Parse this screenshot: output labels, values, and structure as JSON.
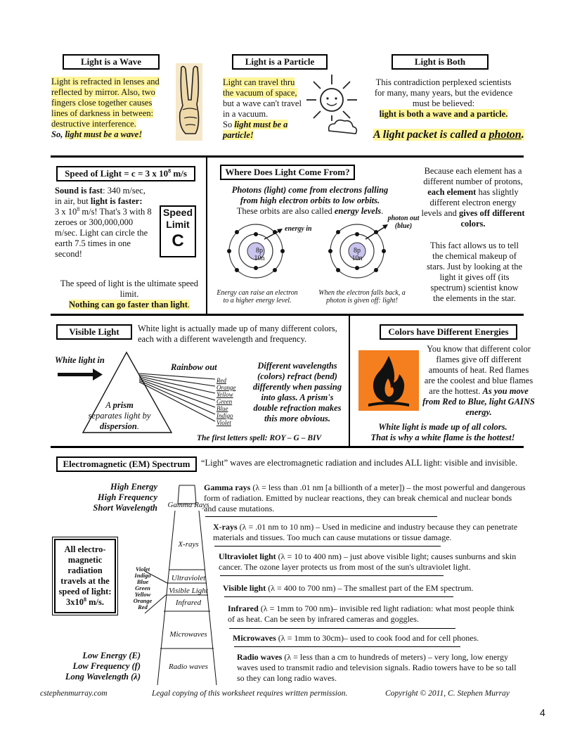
{
  "wave": {
    "title": "Light is a Wave",
    "text1": "Light is refracted in lenses and reflected by mirror. Also, two fingers close together causes lines of darkness in between: destructive interference.",
    "so": "So, ",
    "conclusion": "light must be a wave!"
  },
  "particle": {
    "title": "Light is a Particle",
    "text1": "Light can travel thru the vacuum of space,",
    "text2": "but a wave can't travel in a vacuum.",
    "so": "So ",
    "conclusion": "light must be a particle!"
  },
  "both": {
    "title": "Light is Both",
    "text1": "This contradiction perplexed scientists for many, many years, but the evidence must be believed:",
    "text2": "light is both a wave and a particle.",
    "packet": "A light packet is called a ",
    "photon": "photon"
  },
  "speed": {
    "title": "Speed of Light = c = 3 x 10",
    "title_exp": "8",
    "title_unit": " m/s",
    "sound_bold": "Sound is fast",
    "sound_rest": ": 340 m/sec, in air, but ",
    "light_bold": "light is faster:",
    "value": "3 x 10",
    "value_exp": "8",
    "value_rest": " m/s! That's 3 with 8 zeroes or 300,000,000 m/sec. Light can circle the earth 7.5 times in one second!",
    "sign_line1": "Speed",
    "sign_line2": "Limit",
    "sign_letter": "C",
    "ultimate": "The speed of light is the ultimate speed limit.",
    "nothing": "Nothing can go faster than light"
  },
  "source": {
    "title": "Where Does Light Come From?",
    "text1": "Photons (light) come from electrons falling from high electron orbits to low orbits.",
    "text2": "These orbits are also called ",
    "text2_em": "energy levels",
    "atom_p": "8p",
    "atom_n": "10n",
    "energy_in": "energy in",
    "photon_out": "photon out (blue)",
    "caption1": "Energy can raise an electron to a higher energy level.",
    "caption2": "When the electron falls back, a photon is given off: light!",
    "right1": "Because each element has a different number of protons, ",
    "right1_b": "each element",
    "right1b": " has slightly different electron energy levels and ",
    "right1_b2": "gives off different colors.",
    "right2": "This fact allows us to tell the chemical makeup of stars. Just by looking at the light it gives off (its spectrum) scientist know the elements in the star."
  },
  "visible": {
    "title": "Visible Light",
    "intro": "White light is actually made up of many different colors, each with a different wavelength and frequency.",
    "white_in": "White light in",
    "rainbow_out": "Rainbow out",
    "colors": [
      "Red",
      "Orange",
      "Yellow",
      "Green",
      "Blue",
      "Indigo",
      "Violet"
    ],
    "prism_a": "A ",
    "prism_b": "prism",
    "prism_c": "separates light by ",
    "prism_d": "dispersion",
    "diff": "Different wavelengths (colors) refract (bend) differently when passing into glass. A prism's double refraction makes this more obvious.",
    "first_letters": "The first letters spell: ROY – G – BIV"
  },
  "energies": {
    "title": "Colors have Different Energies",
    "text1": "You know that different color flames give off different amounts of heat. Red flames are the coolest and blue flames are the hottest. ",
    "text1_em": "As you move from Red to Blue, light GAINS energy.",
    "white1": "White light is made up of all colors.",
    "white2": "That is why a white flame is the hottest!"
  },
  "em": {
    "title": "Electromagnetic (EM) Spectrum",
    "intro": "“Light” waves are electromagnetic radiation and includes ALL light: visible and invisible.",
    "high": [
      "High Energy",
      "High Frequency",
      "Short Wavelength"
    ],
    "low": [
      "Low Energy (E)",
      "Low Frequency (f)",
      "Long Wavelength (λ)"
    ],
    "allbox": "All electro-magnetic radiation travels at the speed of light: 3x10",
    "allbox_exp": "8",
    "allbox_unit": " m/s.",
    "bands": [
      "Gamma Rays",
      "X-rays",
      "Ultraviolet",
      "Visible Light",
      "Infrared",
      "Microwaves",
      "Radio waves"
    ],
    "vcolors": [
      "Violet",
      "Indigo",
      "Blue",
      "Green",
      "Yellow",
      "Orange",
      "Red"
    ],
    "gamma_b": "Gamma rays",
    "gamma": " (λ = less than .01 nm [a billionth of a meter]) – the most powerful and dangerous form of radiation. Emitted by nuclear reactions, they can break chemical and nuclear bonds and cause mutations.",
    "xray_b": "X-rays",
    "xray": " (λ = .01 nm to 10 nm) – Used in medicine and industry because they can penetrate materials and tissues. Too much can cause mutations or tissue damage.",
    "uv_b": "Ultraviolet light",
    "uv": " (λ = 10 to 400 nm) – just above visible light; causes sunburns and skin cancer. The ozone layer protects us from most of the sun's ultraviolet light.",
    "vis_b": "Visible light",
    "vis": " (λ = 400 to 700 nm) – The smallest part of the EM spectrum.",
    "ir_b": "Infrared",
    "ir": " (λ = 1mm to 700 nm)– invisible red light radiation: what most people think of as heat. Can be seen by infrared cameras and goggles.",
    "mw_b": "Microwaves",
    "mw": " (λ = 1mm to 30cm)– used to cook food and for cell phones.",
    "radio_b": "Radio waves",
    "radio": " (λ = less than a cm to hundreds of meters) – very long, low energy waves used to transmit radio and television signals. Radio towers have to be so tall so they can long radio waves."
  },
  "footer": {
    "site": "cstephenmurray.com",
    "legal": "Legal copying of this worksheet requires written permission.",
    "copyright": "Copyright © 2011, C. Stephen Murray",
    "page": "4"
  },
  "colors": {
    "highlight": "#fff59a",
    "flame_bg": "#f57f1f",
    "atom_fill": "#c9c4ee"
  }
}
